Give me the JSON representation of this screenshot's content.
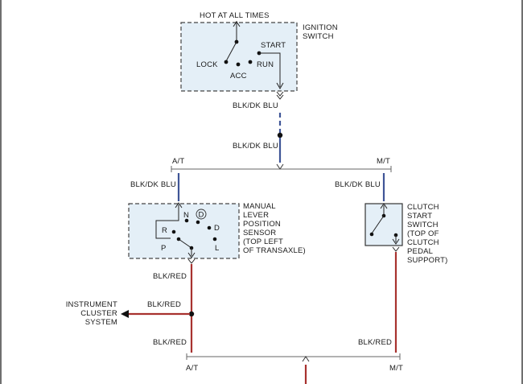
{
  "colors": {
    "background": "#ffffff",
    "component_fill": "#e4eff7",
    "wire_blk_dk_blu": "#3f5597",
    "wire_blk_red": "#a8322f",
    "line_gray": "#444444"
  },
  "ignition_switch": {
    "title_line1": "IGNITION",
    "title_line2": "SWITCH",
    "hot_label": "HOT AT ALL TIMES",
    "positions": {
      "lock": "LOCK",
      "acc": "ACC",
      "run": "RUN",
      "start": "START"
    }
  },
  "wires": {
    "blk_dk_blu_1": "BLK/DK BLU",
    "blk_dk_blu_2": "BLK/DK BLU",
    "blk_dk_blu_at": "BLK/DK BLU",
    "blk_dk_blu_mt": "BLK/DK BLU",
    "blk_red_1": "BLK/RED",
    "blk_red_2": "BLK/RED",
    "blk_red_3": "BLK/RED",
    "blk_red_mt": "BLK/RED"
  },
  "branches": {
    "at_top": "A/T",
    "mt_top": "M/T",
    "at_bottom": "A/T",
    "mt_bottom": "M/T"
  },
  "mlps": {
    "title_lines": [
      "MANUAL",
      "LEVER",
      "POSITION",
      "SENSOR",
      "(TOP LEFT",
      "OF TRANSAXLE)"
    ],
    "positions": {
      "n": "N",
      "d_circled": "D",
      "d": "D",
      "r": "R",
      "p": "P",
      "l": "L"
    }
  },
  "clutch_switch": {
    "title_lines": [
      "CLUTCH",
      "START",
      "SWITCH",
      "(TOP OF",
      "CLUTCH",
      "PEDAL",
      "SUPPORT)"
    ]
  },
  "instrument_cluster": {
    "lines": [
      "INSTRUMENT",
      "CLUSTER",
      "SYSTEM"
    ]
  }
}
